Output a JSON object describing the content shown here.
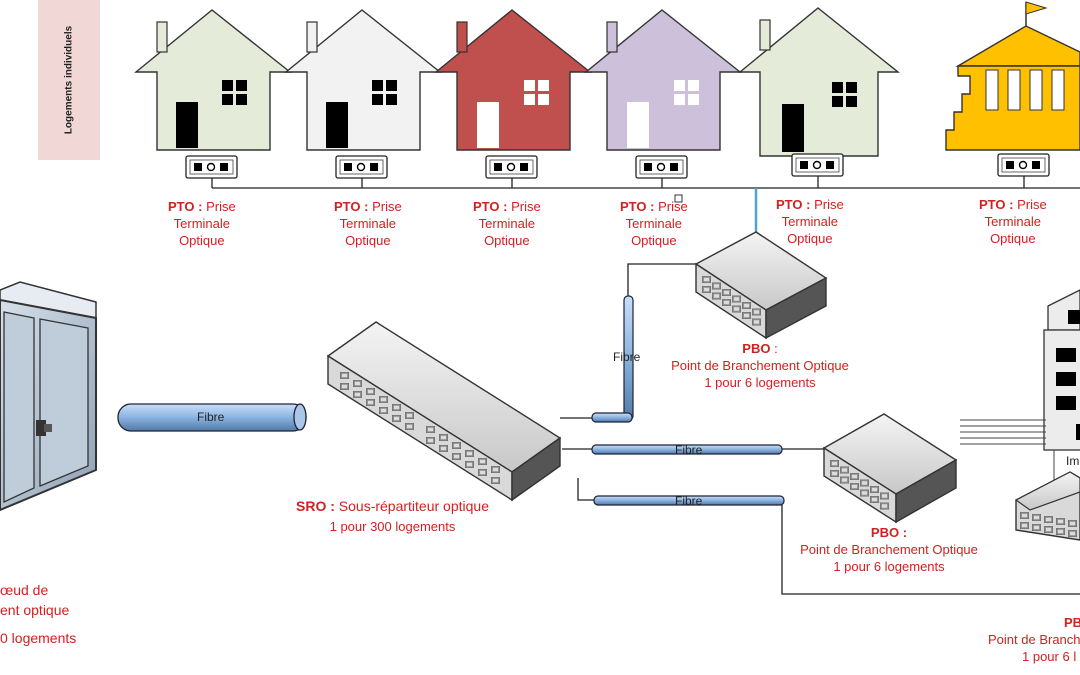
{
  "side_tag": "Logements individuels",
  "pto": {
    "abbr": "PTO :",
    "line1": "Prise",
    "line2": "Terminale",
    "line3": "Optique"
  },
  "pbo": {
    "abbr": "PBO",
    "name": "Point de Branchement Optique",
    "ratio": "1 pour 6 logements",
    "abbr_right_cut": "PB",
    "name_right_cut": "Point de Branch",
    "ratio_right_cut": "1 pour 6 l"
  },
  "sro": {
    "abbr": "SRO :",
    "name": "Sous-répartiteur optique",
    "ratio": "1 pour 300 logements"
  },
  "nro": {
    "line1": "œud de",
    "line2": "ent optique",
    "line3": "0 logements"
  },
  "fibre": "Fibre",
  "building_label_cut": "Im",
  "colors": {
    "label_red": "#d42020",
    "house_green": "#e4ecd9",
    "house_white": "#f2f2f2",
    "house_red": "#c0504d",
    "house_lilac": "#ccc0da",
    "town_hall": "#ffc000",
    "fibre_blue": "#9dc3e6"
  }
}
